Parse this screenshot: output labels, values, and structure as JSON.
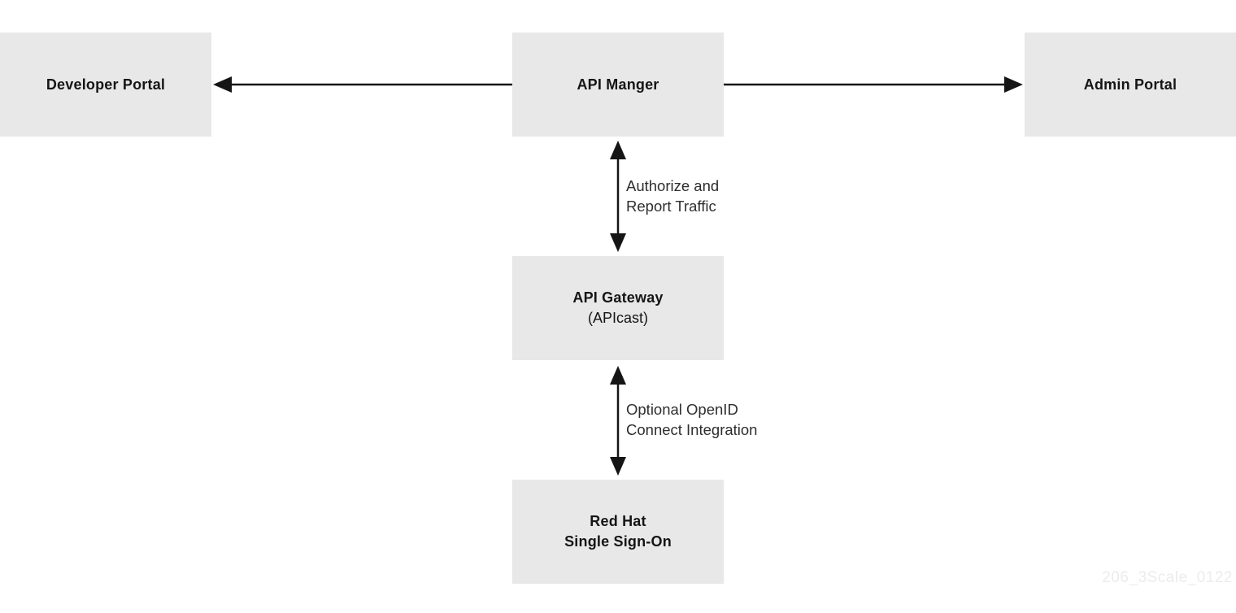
{
  "diagram": {
    "nodes": {
      "developer_portal": {
        "label": "Developer Portal"
      },
      "api_manager": {
        "label": "API Manger"
      },
      "admin_portal": {
        "label": "Admin Portal"
      },
      "api_gateway": {
        "label": "API Gateway",
        "sublabel": "(APIcast)"
      },
      "red_hat_sso": {
        "label": "Red Hat\nSingle Sign-On"
      }
    },
    "edges": {
      "manager_to_developer_portal": {
        "direction": "left-arrow"
      },
      "manager_to_admin_portal": {
        "direction": "right-arrow"
      },
      "manager_to_gateway": {
        "direction": "double-arrow",
        "label": "Authorize and\nReport Traffic"
      },
      "gateway_to_sso": {
        "direction": "double-arrow",
        "label": "Optional OpenID\nConnect Integration"
      }
    },
    "watermark": "206_3Scale_0122",
    "colors": {
      "box_fill": "#e8e8e8",
      "node_text": "#151515",
      "edge_label_text": "#2e2e2e",
      "arrow": "#151515",
      "watermark": "#ececec",
      "background": "#ffffff"
    }
  }
}
